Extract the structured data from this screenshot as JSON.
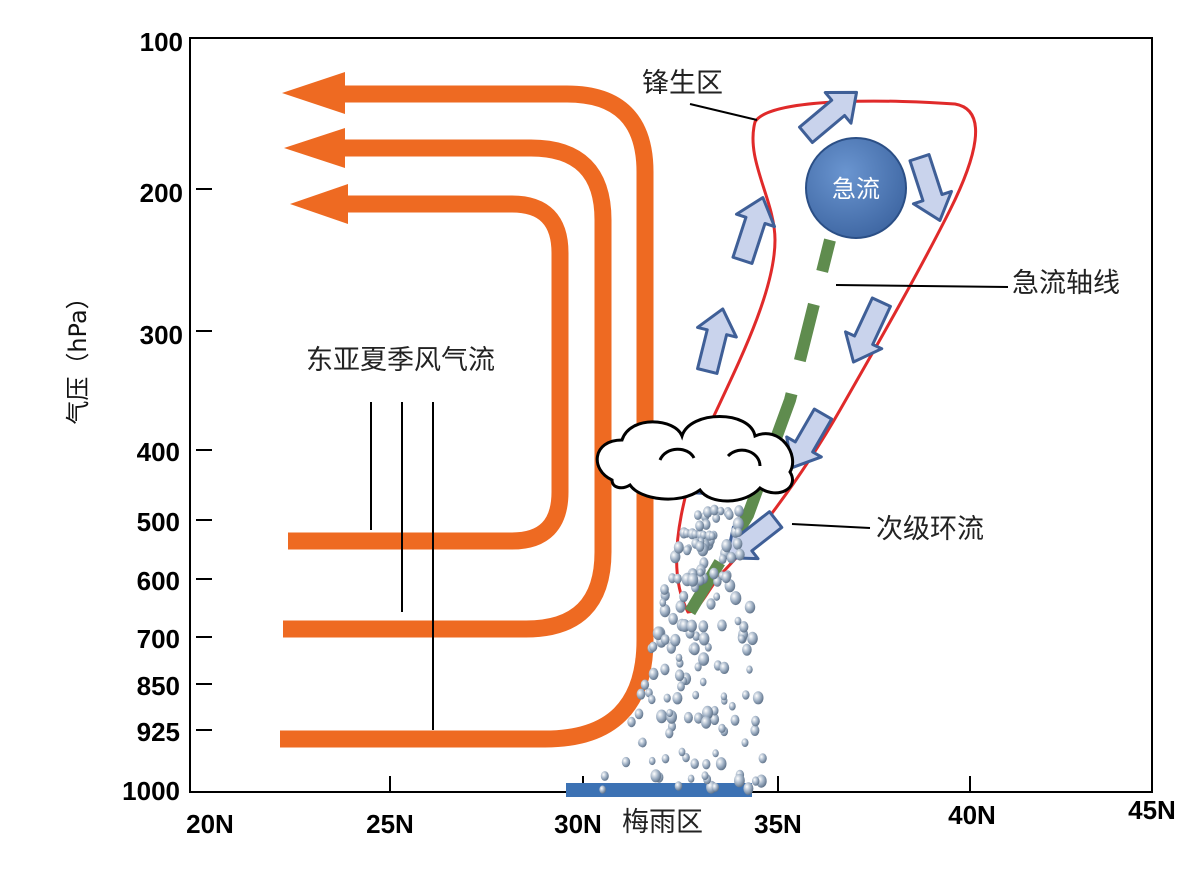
{
  "diagram": {
    "y_axis": {
      "label": "气压（hPa）",
      "ticks": [
        "100",
        "200",
        "300",
        "400",
        "500",
        "600",
        "700",
        "850",
        "925",
        "1000"
      ]
    },
    "x_axis": {
      "ticks": [
        "20N",
        "25N",
        "30N",
        "35N",
        "40N",
        "45N"
      ]
    },
    "labels": {
      "monsoon": "东亚夏季风气流",
      "frontogenesis": "锋生区",
      "jet": "急流",
      "jet_axis": "急流轴线",
      "secondary_circulation": "次级环流",
      "meiyu": "梅雨区"
    },
    "colors": {
      "monsoon_flow": "#ee6a22",
      "front_zone": "#e02a2a",
      "jet_fill": "#4a78b8",
      "arrow_fill": "#c9d3ec",
      "arrow_stroke": "#3f5f97",
      "jet_axis": "#5f8c4e",
      "meiyu_bar": "#3c72b4"
    }
  }
}
